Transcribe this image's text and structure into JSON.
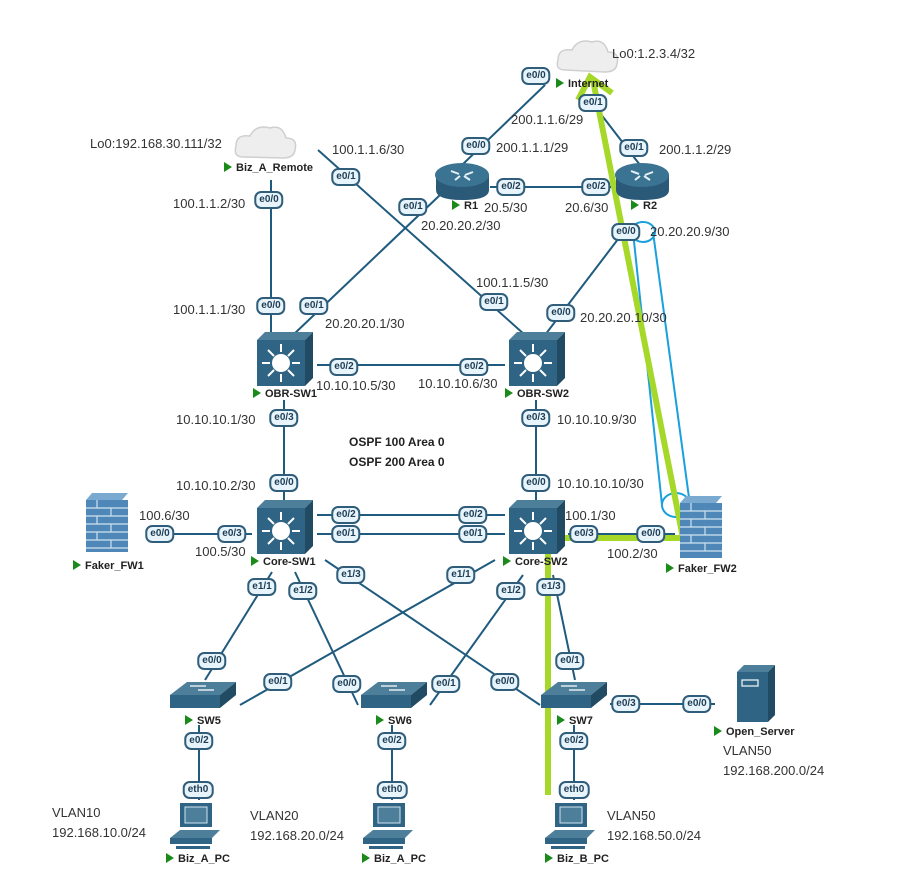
{
  "title": "Network topology",
  "colors": {
    "link": "#1f5b7e",
    "device": "#2e6482",
    "port_border": "#2f5d7a",
    "port_fill": "#e8f4fb",
    "highlight_path": "#a6d82a",
    "highlight_outline": "#1aa0dc",
    "status_play": "#1a8a1a"
  },
  "nodes": {
    "internet": {
      "name": "Internet",
      "type": "cloud",
      "loopback": "Lo0:1.2.3.4/32"
    },
    "biz_a_remote": {
      "name": "Biz_A_Remote",
      "type": "cloud",
      "loopback": "Lo0:192.168.30.111/32"
    },
    "r1": {
      "name": "R1",
      "type": "router"
    },
    "r2": {
      "name": "R2",
      "type": "router"
    },
    "obr_sw1": {
      "name": "OBR-SW1",
      "type": "l3-switch"
    },
    "obr_sw2": {
      "name": "OBR-SW2",
      "type": "l3-switch"
    },
    "core_sw1": {
      "name": "Core-SW1",
      "type": "l3-switch"
    },
    "core_sw2": {
      "name": "Core-SW2",
      "type": "l3-switch"
    },
    "faker_fw1": {
      "name": "Faker_FW1",
      "type": "firewall"
    },
    "faker_fw2": {
      "name": "Faker_FW2",
      "type": "firewall"
    },
    "sw5": {
      "name": "SW5",
      "type": "switch"
    },
    "sw6": {
      "name": "SW6",
      "type": "switch"
    },
    "sw7": {
      "name": "SW7",
      "type": "switch"
    },
    "open_server": {
      "name": "Open_Server",
      "type": "server",
      "vlan": "VLAN50",
      "subnet": "192.168.200.0/24"
    },
    "pc1": {
      "name": "Biz_A_PC",
      "type": "pc",
      "vlan": "VLAN10",
      "subnet": "192.168.10.0/24"
    },
    "pc2": {
      "name": "Biz_A_PC",
      "type": "pc",
      "vlan": "VLAN20",
      "subnet": "192.168.20.0/24"
    },
    "pc3": {
      "name": "Biz_B_PC",
      "type": "pc",
      "vlan": "VLAN50",
      "subnet": "192.168.50.0/24"
    }
  },
  "ports": {
    "internet_e00": "e0/0",
    "internet_e01": "e0/1",
    "r1_e00": "e0/0",
    "r1_e01": "e0/1",
    "r1_e02": "e0/2",
    "r2_e01": "e0/1",
    "r2_e02": "e0/2",
    "r2_e00": "e0/0",
    "remote_e00": "e0/0",
    "remote_e01": "e0/1",
    "obr1_e00": "e0/0",
    "obr1_e01": "e0/1",
    "obr1_e02": "e0/2",
    "obr1_e03": "e0/3",
    "obr2_e01": "e0/1",
    "obr2_e00": "e0/0",
    "obr2_e02": "e0/2",
    "obr2_e03": "e0/3",
    "core1_e00": "e0/0",
    "core1_e02": "e0/2",
    "core1_e01": "e0/1",
    "core1_e03": "e0/3",
    "core1_e11": "e1/1",
    "core1_e12": "e1/2",
    "core1_e13": "e1/3",
    "core2_e00": "e0/0",
    "core2_e02": "e0/2",
    "core2_e01": "e0/1",
    "core2_e03": "e0/3",
    "core2_e11": "e1/1",
    "core2_e12": "e1/2",
    "core2_e13": "e1/3",
    "fw1_e00": "e0/0",
    "fw2_e00": "e0/0",
    "sw5_e00": "e0/0",
    "sw5_e01": "e0/1",
    "sw5_e02": "e0/2",
    "sw6_e00": "e0/0",
    "sw6_e01": "e0/1",
    "sw6_e02": "e0/2",
    "sw7_e00": "e0/0",
    "sw7_e01": "e0/1",
    "sw7_e02": "e0/2",
    "sw7_e03": "e0/3",
    "server_e00": "e0/0",
    "pc1_eth0": "eth0",
    "pc2_eth0": "eth0",
    "pc3_eth0": "eth0"
  },
  "addresses": {
    "inet_r1": "200.1.1.6/29",
    "r1_inet": "200.1.1.1/29",
    "r2_inet": "200.1.1.2/29",
    "r1_r2_a": "20.5/30",
    "r1_r2_b": "20.6/30",
    "r1_obr1": "20.20.20.2/30",
    "r2_obr2": "20.20.20.9/30",
    "remote_obr2": "100.1.1.6/30",
    "remote_obr1": "100.1.1.2/30",
    "obr1_remote": "100.1.1.1/30",
    "obr1_r1": "20.20.20.1/30",
    "obr2_remote": "100.1.1.5/30",
    "obr2_r2": "20.20.20.10/30",
    "obr1_obr2": "10.10.10.5/30",
    "obr2_obr1": "10.10.10.6/30",
    "obr1_core1": "10.10.10.1/30",
    "core1_obr1": "10.10.10.2/30",
    "obr2_core2": "10.10.10.9/30",
    "core2_obr2": "10.10.10.10/30",
    "fw1_core1": "100.6/30",
    "core1_fw1": "100.5/30",
    "core2_fw2": "100.1/30",
    "fw2_core2": "100.2/30"
  },
  "annotations": {
    "ospf_line1": "OSPF 100  Area 0",
    "ospf_line2": "OSPF 200  Area 0"
  }
}
